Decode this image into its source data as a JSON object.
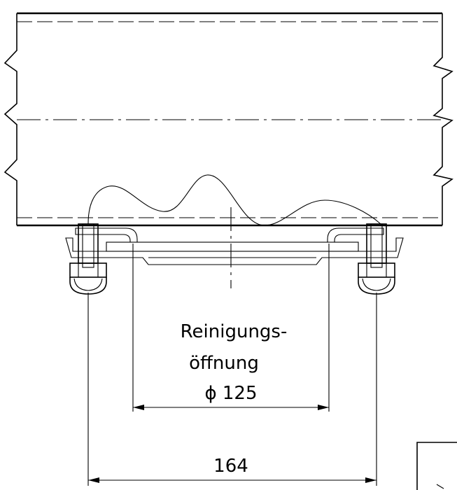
{
  "drawing": {
    "opening_label_line1": "Reinigungs-",
    "opening_label_line2": "öffnung",
    "opening_label_line3": "ϕ 125",
    "bolt_spacing_label": "164"
  },
  "colors": {
    "line": "#000000",
    "background": "#ffffff"
  }
}
